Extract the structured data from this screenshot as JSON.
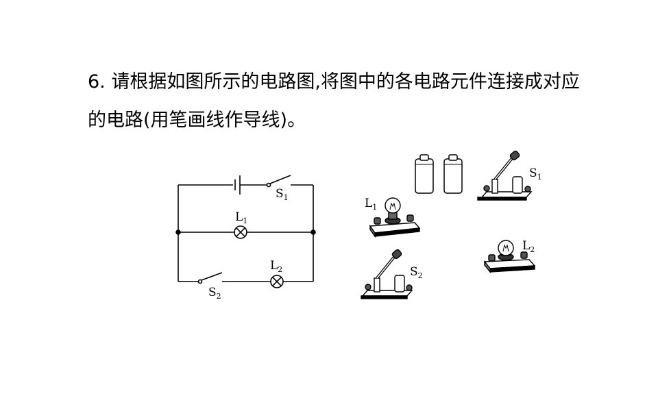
{
  "question": {
    "line1": "6. 请根据如图所示的电路图,将图中的各电路元件连接成对应",
    "line2": "的电路(用笔画线作导线)。"
  },
  "schematic": {
    "s1": {
      "main": "S",
      "sub": "1"
    },
    "l1": {
      "main": "L",
      "sub": "1"
    },
    "l2": {
      "main": "L",
      "sub": "2"
    },
    "s2": {
      "main": "S",
      "sub": "2"
    }
  },
  "components": {
    "s1": {
      "main": "S",
      "sub": "1"
    },
    "l1": {
      "main": "L",
      "sub": "1"
    },
    "l2": {
      "main": "L",
      "sub": "2"
    },
    "s2": {
      "main": "S",
      "sub": "2"
    }
  }
}
